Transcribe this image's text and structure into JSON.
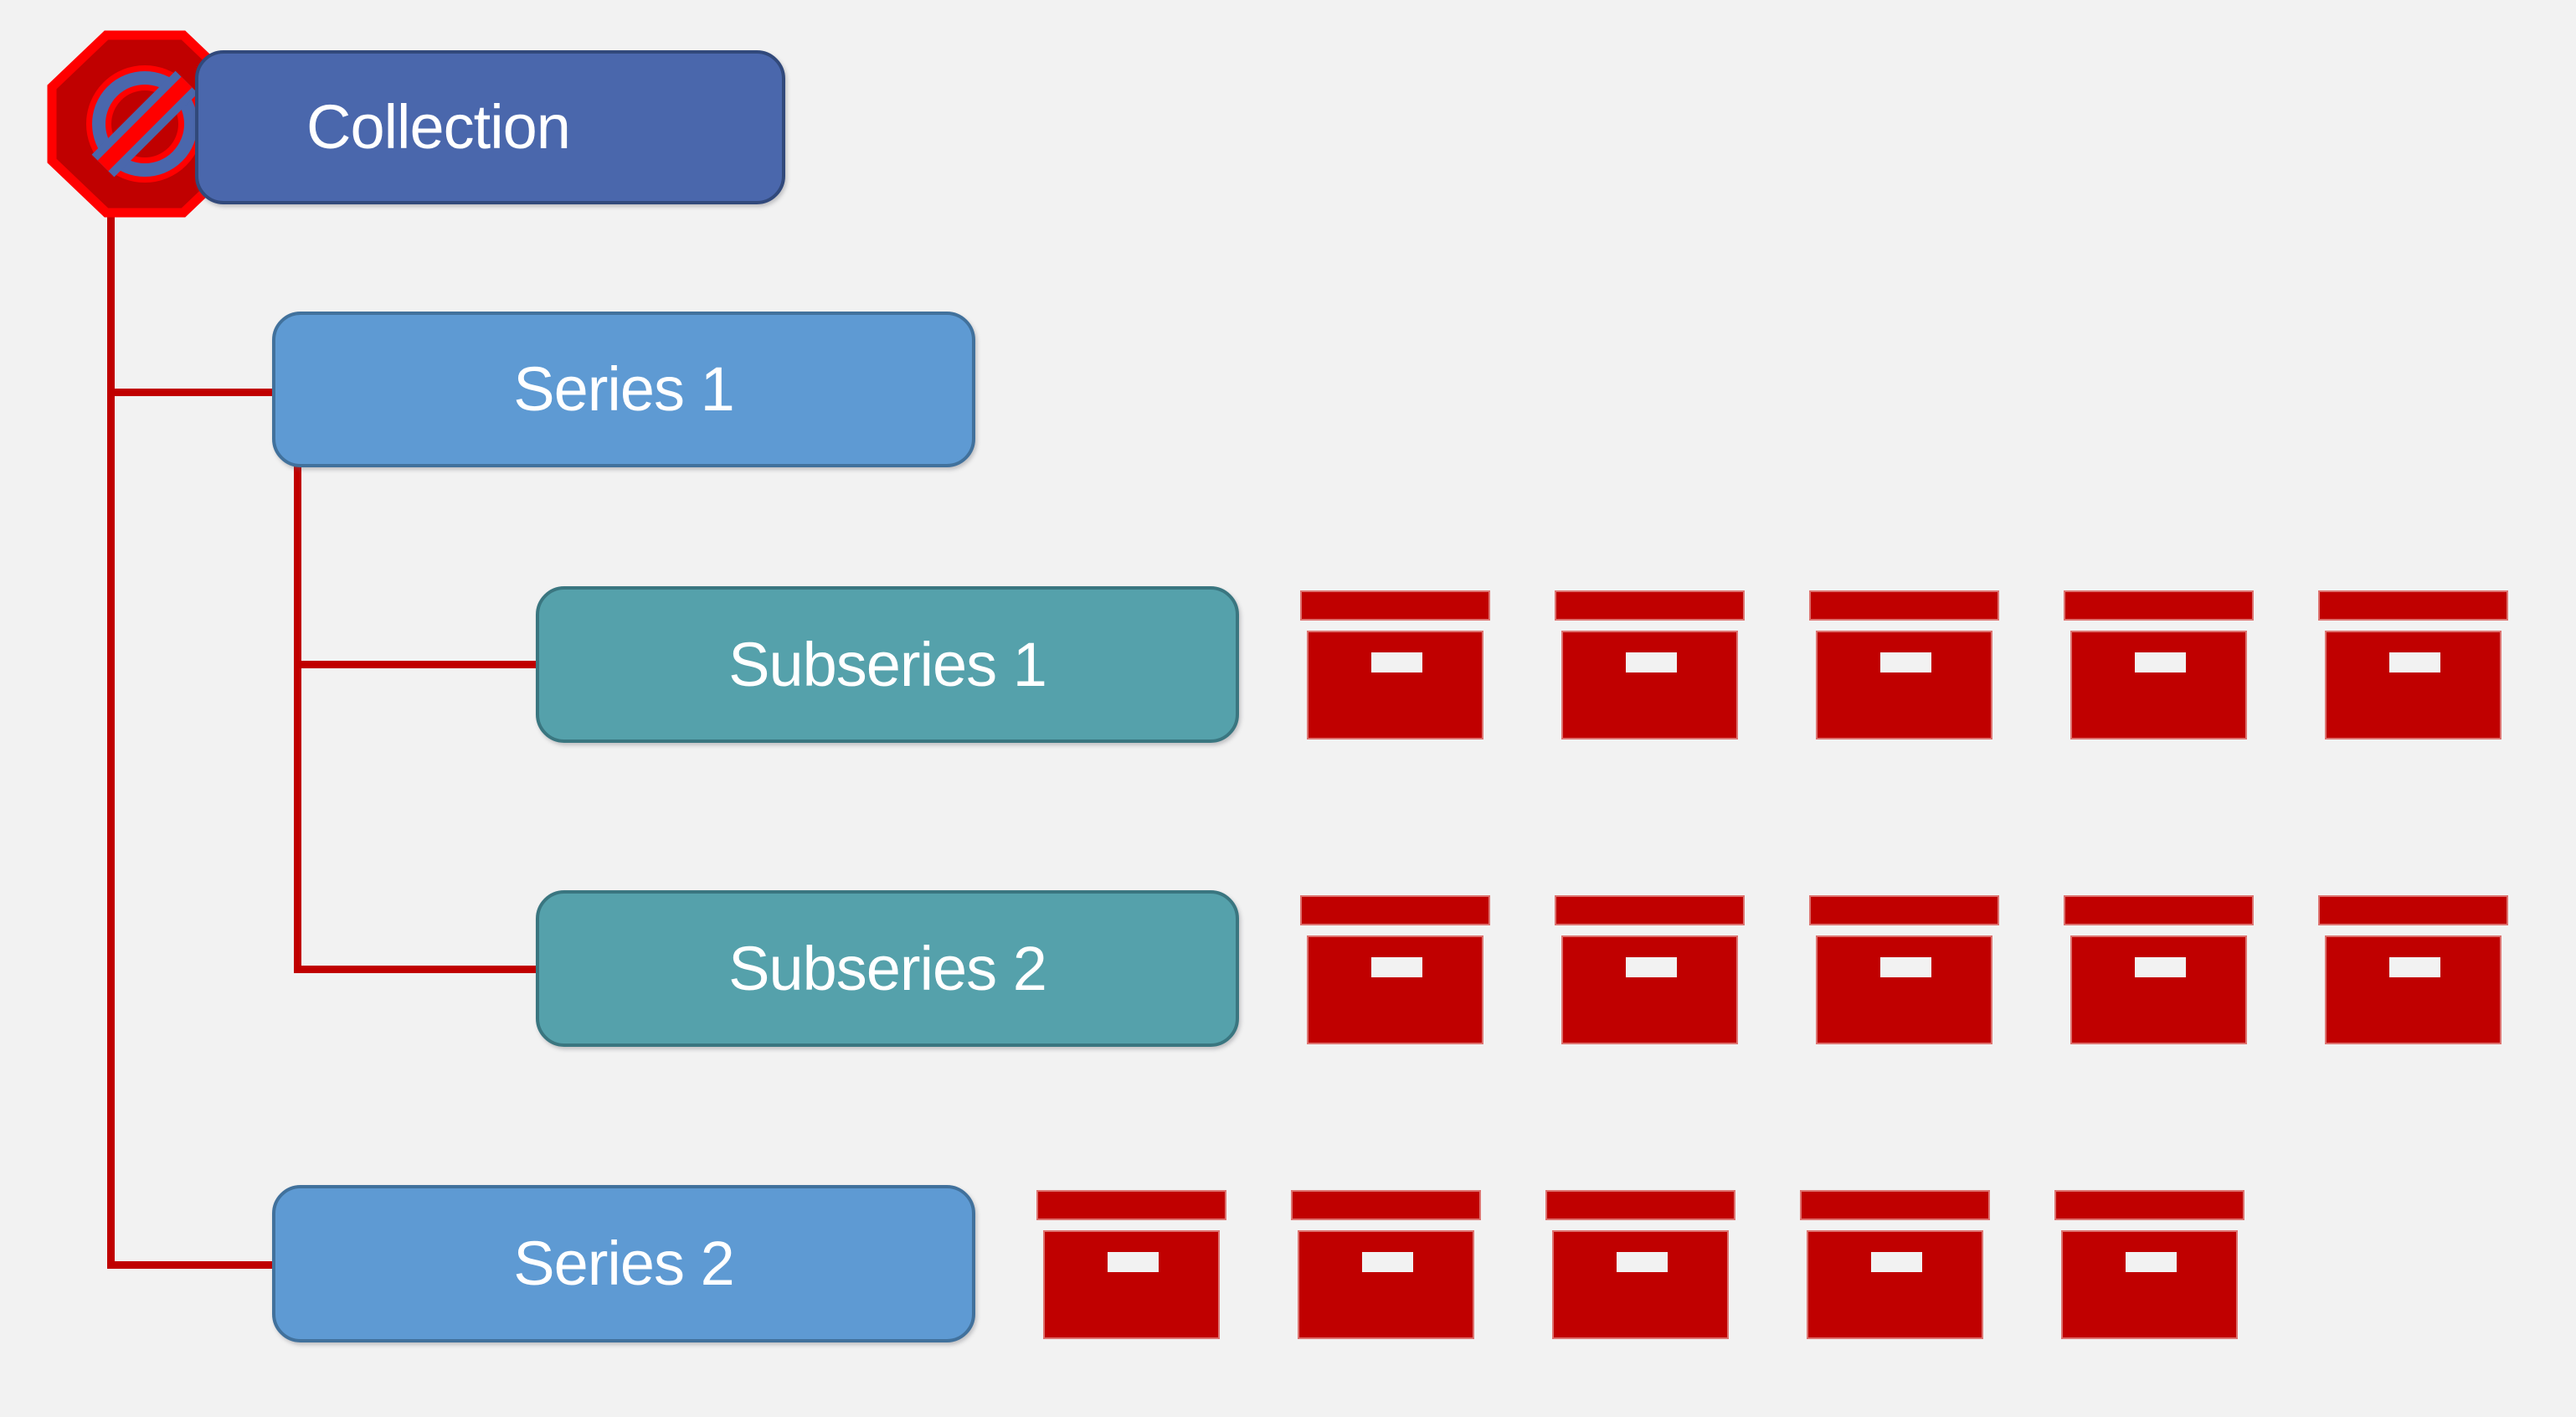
{
  "nodes": {
    "collection": {
      "label": "Collection"
    },
    "series1": {
      "label": "Series 1"
    },
    "subseries1": {
      "label": "Subseries 1"
    },
    "subseries2": {
      "label": "Subseries 2"
    },
    "series2": {
      "label": "Series 2"
    }
  },
  "structure": {
    "root": "Collection",
    "edges": [
      [
        "Collection",
        "Series 1"
      ],
      [
        "Collection",
        "Series 2"
      ],
      [
        "Series 1",
        "Subseries 1"
      ],
      [
        "Series 1",
        "Subseries 2"
      ]
    ]
  },
  "archive_rows": [
    {
      "for_node": "Subseries 1",
      "count": 5
    },
    {
      "for_node": "Subseries 2",
      "count": 5
    },
    {
      "for_node": "Series 2",
      "count": 5
    }
  ],
  "icons": {
    "no_symbol": "prohibition-sign-on-collection",
    "archive_box": "red-archive-box"
  },
  "colors": {
    "background": "#F2F2F2",
    "collection_fill": "#4A67AC",
    "collection_border": "#31497B",
    "series_fill": "#5E9AD3",
    "series_border": "#41719C",
    "subseries_fill": "#55A1AB",
    "subseries_border": "#3A7680",
    "red": "#C00000",
    "bright_red": "#FF0000",
    "label_text": "#FFFFFF"
  }
}
